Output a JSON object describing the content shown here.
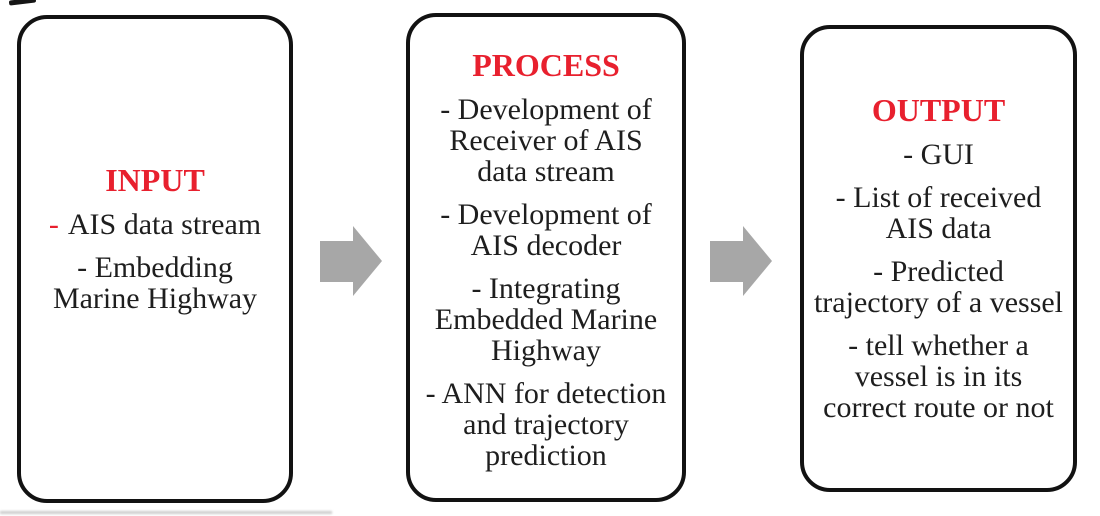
{
  "diagram": {
    "colors": {
      "heading_red": "#e8202e",
      "body_text": "#1e1e1e",
      "box_border": "#121212",
      "arrow_gray": "#a7a7a7",
      "background": "#ffffff"
    },
    "boxes": {
      "input": {
        "title": "INPUT",
        "items": [
          {
            "dash": "-",
            "dash_color": "#e8202e",
            "lines": [
              "AIS data stream"
            ]
          },
          {
            "lines": [
              "- Embedding",
              "Marine Highway"
            ]
          }
        ]
      },
      "process": {
        "title": "PROCESS",
        "items": [
          {
            "lines": [
              "- Development of",
              "Receiver of AIS",
              "data stream"
            ]
          },
          {
            "lines": [
              "- Development of",
              "AIS decoder"
            ]
          },
          {
            "lines": [
              "- Integrating",
              "Embedded Marine",
              "Highway"
            ]
          },
          {
            "lines": [
              "- ANN for detection",
              "and trajectory",
              "prediction"
            ]
          }
        ]
      },
      "output": {
        "title": "OUTPUT",
        "items": [
          {
            "lines": [
              "- GUI"
            ]
          },
          {
            "lines": [
              "- List of received",
              "AIS data"
            ]
          },
          {
            "lines": [
              "- Predicted",
              "trajectory of a vessel"
            ]
          },
          {
            "lines": [
              "- tell whether a",
              "vessel is in its",
              "correct route or not"
            ]
          }
        ]
      }
    },
    "arrows": [
      {
        "name": "input-to-process",
        "direction": "right"
      },
      {
        "name": "process-to-output",
        "direction": "right"
      }
    ]
  }
}
